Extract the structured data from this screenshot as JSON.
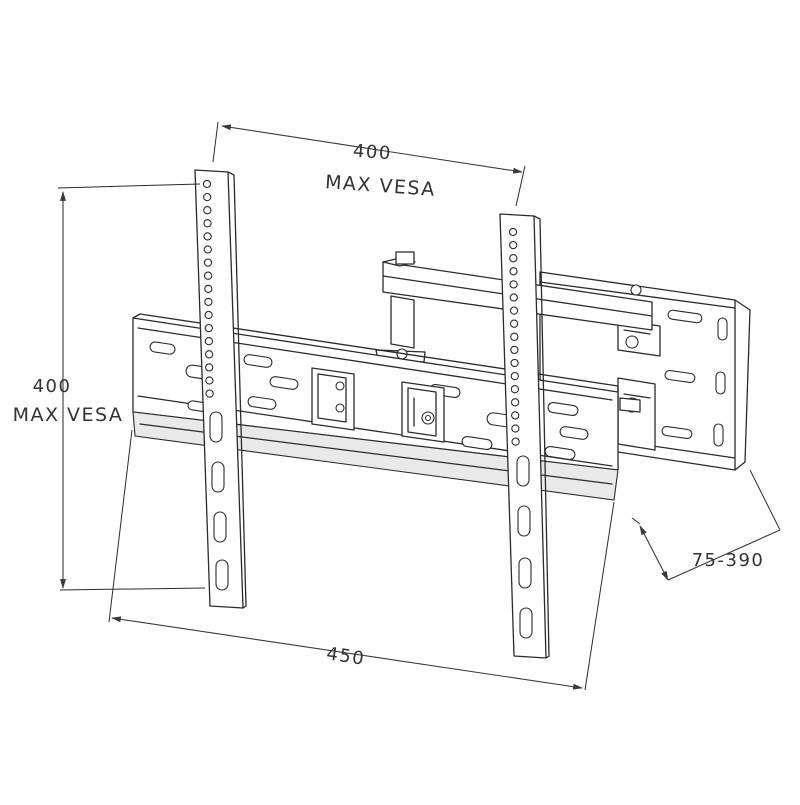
{
  "dimensions": {
    "top_width": {
      "value": "400",
      "label": "MAX VESA"
    },
    "left_height": {
      "value": "400",
      "label": "MAX VESA"
    },
    "bottom_width": {
      "value": "450"
    },
    "extension": {
      "value": "75-390"
    }
  }
}
